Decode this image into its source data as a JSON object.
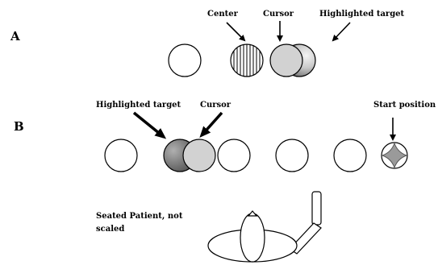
{
  "panel_a": {
    "letter": "A",
    "labels": {
      "center": "Center",
      "cursor": "Cursor",
      "highlighted_target": "Highlighted target"
    }
  },
  "panel_b": {
    "letter": "B",
    "labels": {
      "highlighted_target": "Highlighted target",
      "cursor": "Cursor",
      "start_position": "Start position"
    }
  },
  "patient": {
    "label_line1": "Seated Patient, not",
    "label_line2": "scaled"
  },
  "colors": {
    "stroke": "#000000",
    "cursor_fill": "#d2d2d2",
    "target_dark": "#555555",
    "target_light": "#e6e6e6",
    "start_cross": "#9a9a9a"
  }
}
